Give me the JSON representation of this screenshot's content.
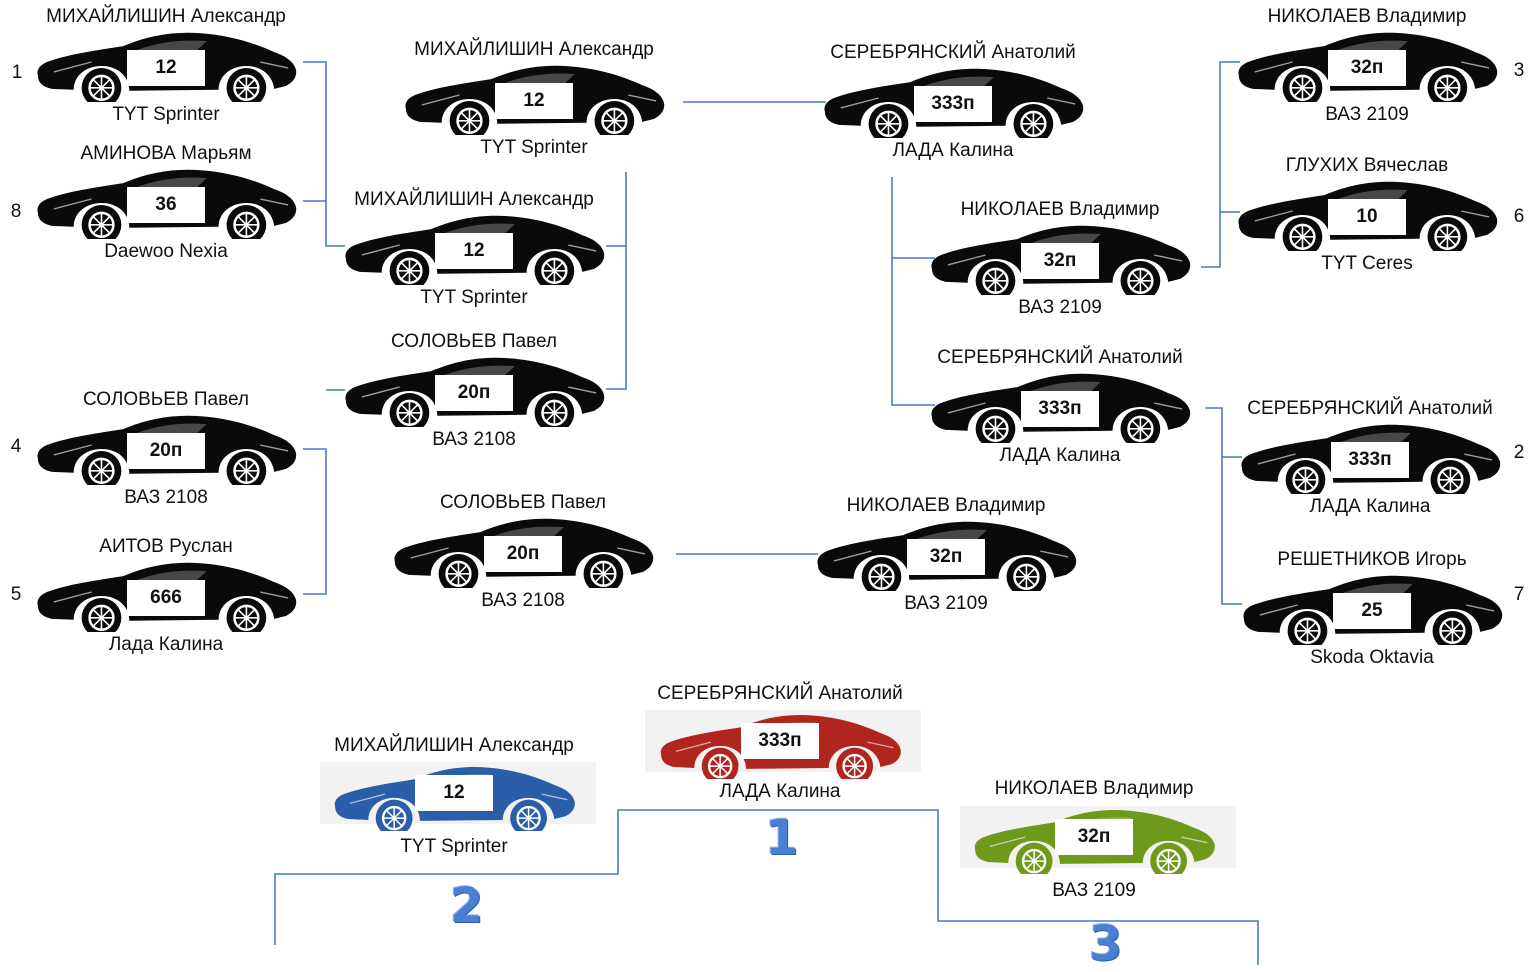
{
  "colors": {
    "connector": "#4a79c9",
    "car_default": "#0a0a0a",
    "car_first": "#b0261f",
    "car_second": "#2b5ea8",
    "car_third": "#6e9a1c",
    "place_digit": "#4a7fd1"
  },
  "icons": {
    "car": "sports-car-icon"
  },
  "bracket": {
    "seeds": [
      "1",
      "8",
      "4",
      "5",
      "3",
      "6",
      "2",
      "7"
    ],
    "round1_left": [
      {
        "driver": "МИХАЙЛИШИН Александр",
        "number": "12",
        "car": "TYT Sprinter"
      },
      {
        "driver": "АМИНОВА Марьям",
        "number": "36",
        "car": "Daewoo Nexia"
      },
      {
        "driver": "СОЛОВЬЕВ Павел",
        "number": "20п",
        "car": "ВАЗ 2108"
      },
      {
        "driver": "АИТОВ Руслан",
        "number": "666",
        "car": "Лада Калина"
      }
    ],
    "round1_right": [
      {
        "driver": "НИКОЛАЕВ Владимир",
        "number": "32п",
        "car": "ВАЗ 2109"
      },
      {
        "driver": "ГЛУХИХ Вячеслав",
        "number": "10",
        "car": "TYT Ceres"
      },
      {
        "driver": "СЕРЕБРЯНСКИЙ Анатолий",
        "number": "333п",
        "car": "ЛАДА Калина"
      },
      {
        "driver": "РЕШЕТНИКОВ Игорь",
        "number": "25",
        "car": "Skoda Oktavia"
      }
    ],
    "semis_left": [
      {
        "driver": "МИХАЙЛИШИН Александр",
        "number": "12",
        "car": "TYT Sprinter"
      },
      {
        "driver": "СОЛОВЬЕВ Павел",
        "number": "20п",
        "car": "ВАЗ 2108"
      }
    ],
    "semis_right": [
      {
        "driver": "НИКОЛАЕВ Владимир",
        "number": "32п",
        "car": "ВАЗ 2109"
      },
      {
        "driver": "СЕРЕБРЯНСКИЙ Анатолий",
        "number": "333п",
        "car": "ЛАДА Калина"
      }
    ],
    "final": [
      {
        "driver": "МИХАЙЛИШИН Александр",
        "number": "12",
        "car": "TYT Sprinter"
      },
      {
        "driver": "СЕРЕБРЯНСКИЙ Анатолий",
        "number": "333п",
        "car": "ЛАДА Калина"
      }
    ],
    "third_place_match": [
      {
        "driver": "СОЛОВЬЕВ Павел",
        "number": "20п",
        "car": "ВАЗ 2108"
      },
      {
        "driver": "НИКОЛАЕВ Владимир",
        "number": "32п",
        "car": "ВАЗ 2109"
      }
    ]
  },
  "podium": {
    "first": {
      "place": "1",
      "driver": "СЕРЕБРЯНСКИЙ Анатолий",
      "number": "333п",
      "car": "ЛАДА Калина"
    },
    "second": {
      "place": "2",
      "driver": "МИХАЙЛИШИН Александр",
      "number": "12",
      "car": "TYT Sprinter"
    },
    "third": {
      "place": "3",
      "driver": "НИКОЛАЕВ Владимир",
      "number": "32п",
      "car": "ВАЗ 2109"
    }
  }
}
